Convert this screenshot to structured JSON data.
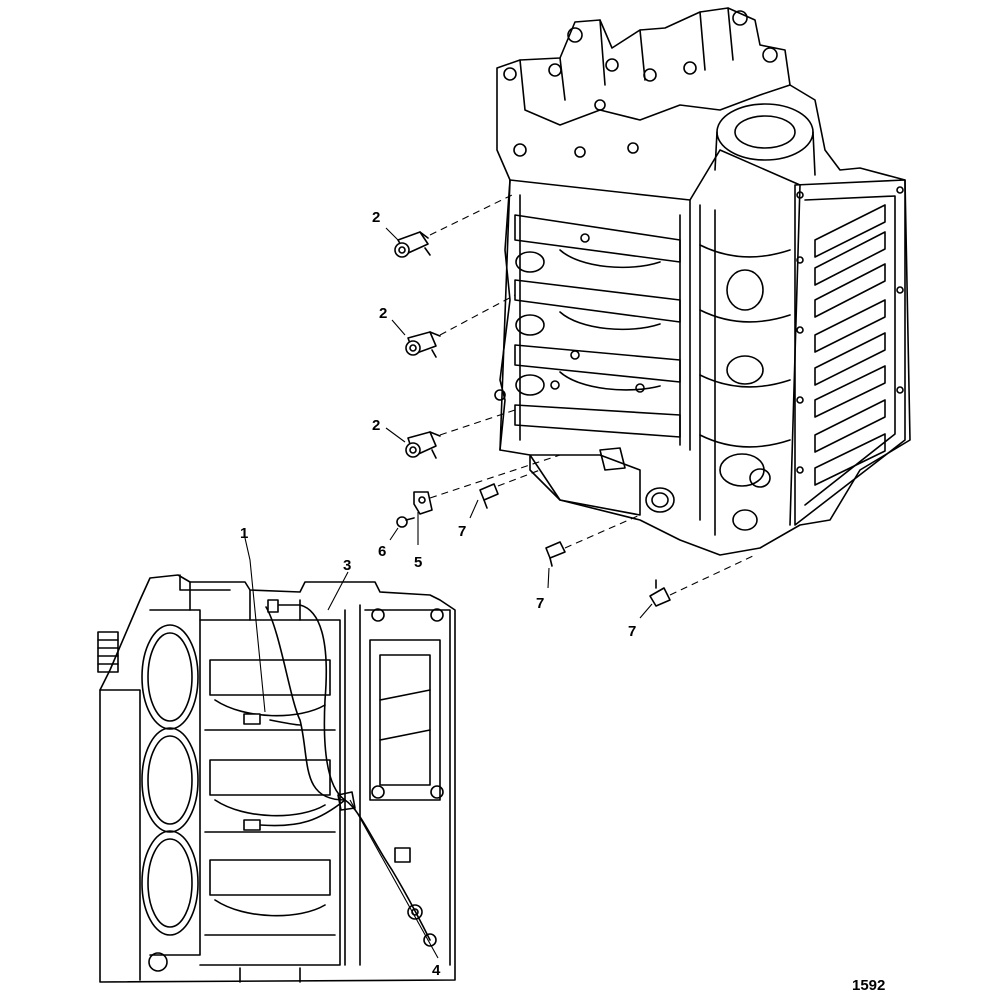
{
  "callouts": {
    "c1": "1",
    "c2a": "2",
    "c2b": "2",
    "c2c": "2",
    "c3": "3",
    "c4": "4",
    "c5": "5",
    "c6": "6",
    "c7a": "7",
    "c7b": "7",
    "c7c": "7"
  },
  "figure_number": "1592"
}
